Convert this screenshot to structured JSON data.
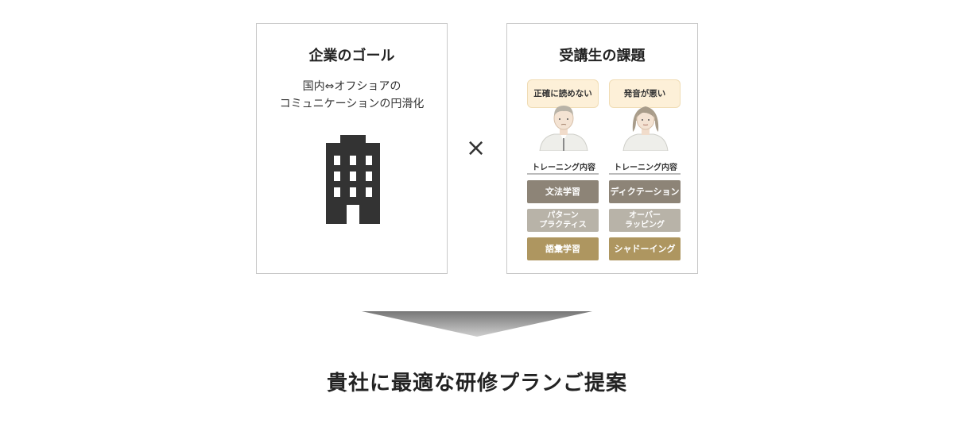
{
  "goal_box": {
    "title": "企業のゴール",
    "desc_line1": "国内⇔オフショアの",
    "desc_line2": "コミュニケーションの円滑化",
    "icon": "building-icon"
  },
  "operator": "×",
  "issue_box": {
    "title": "受講生の課題",
    "columns": [
      {
        "problem": "正確に読めない",
        "person_icon": "male-person-icon",
        "training_label": "トレーニング内容",
        "items": [
          {
            "line1": "文法学習",
            "line2": ""
          },
          {
            "line1": "パターン",
            "line2": "プラクティス"
          },
          {
            "line1": "語彙学習",
            "line2": ""
          }
        ]
      },
      {
        "problem": "発音が悪い",
        "person_icon": "female-person-icon",
        "training_label": "トレーニング内容",
        "items": [
          {
            "line1": "ディクテーション",
            "line2": ""
          },
          {
            "line1": "オーバー",
            "line2": "ラッピング"
          },
          {
            "line1": "シャドーイング",
            "line2": ""
          }
        ]
      }
    ]
  },
  "conclusion": "貴社に最適な研修プランご提案",
  "colors": {
    "chip_dark": "#8d8477",
    "chip_light": "#b8b3a8",
    "chip_gold": "#ae9660",
    "bubble": "#fdf0d8",
    "building": "#333333"
  }
}
